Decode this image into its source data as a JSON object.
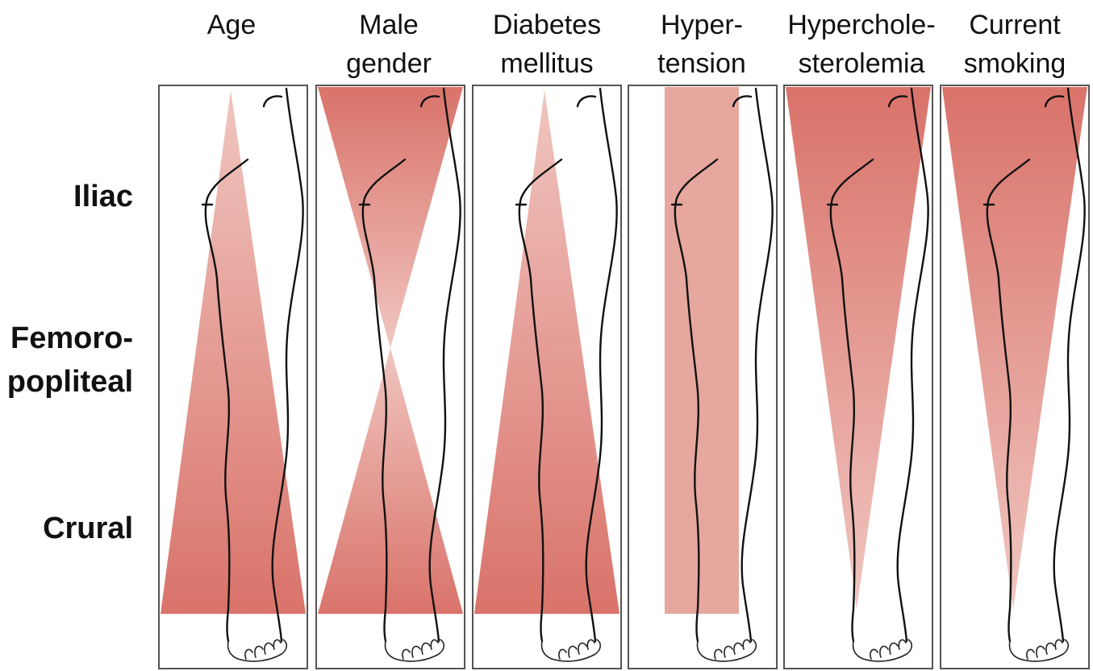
{
  "columns": [
    {
      "line1": "Age",
      "line2": "",
      "pattern": "increasing-distal"
    },
    {
      "line1": "Male",
      "line2": "gender",
      "pattern": "hourglass"
    },
    {
      "line1": "Diabetes",
      "line2": "mellitus",
      "pattern": "increasing-distal"
    },
    {
      "line1": "Hyper-",
      "line2": "tension",
      "pattern": "uniform"
    },
    {
      "line1": "Hyperchole-",
      "line2": "sterolemia",
      "pattern": "decreasing-distal"
    },
    {
      "line1": "Current",
      "line2": "smoking",
      "pattern": "decreasing-distal"
    }
  ],
  "rows": [
    {
      "line1": "Iliac",
      "line2": ""
    },
    {
      "line1": "Femoro-",
      "line2": "popliteal"
    },
    {
      "line1": "Crural",
      "line2": ""
    }
  ],
  "colors": {
    "strong": "#d9736a",
    "light": "#f0c6c0",
    "uniform": "#e6a79f",
    "frame": "#555555",
    "line": "#111111"
  }
}
